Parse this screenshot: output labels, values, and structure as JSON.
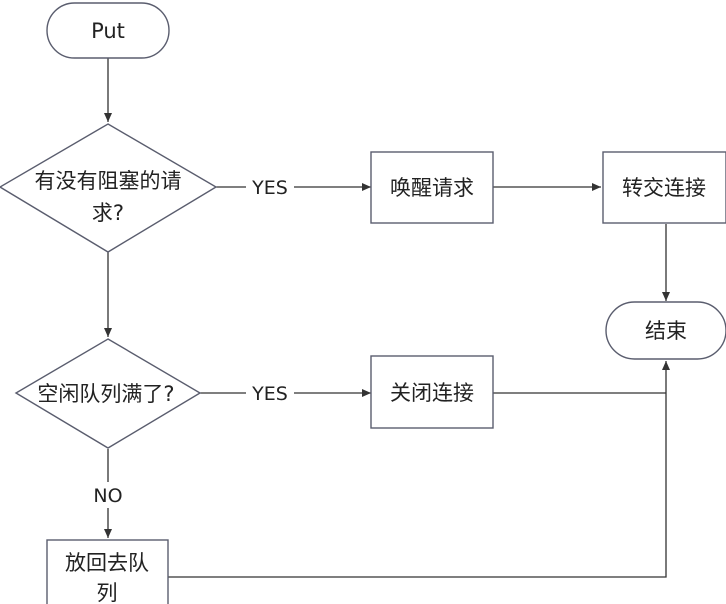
{
  "diagram": {
    "type": "flowchart",
    "nodes": {
      "start": {
        "shape": "terminal",
        "label": "Put"
      },
      "has_blocked": {
        "shape": "decision",
        "line1": "有没有阻塞的请",
        "line2": "求?"
      },
      "wake_request": {
        "shape": "process",
        "label": "唤醒请求"
      },
      "hand_over": {
        "shape": "process",
        "label": "转交连接"
      },
      "end": {
        "shape": "terminal",
        "label": "结束"
      },
      "idle_full": {
        "shape": "decision",
        "label": "空闲队列满了?"
      },
      "close_conn": {
        "shape": "process",
        "label": "关闭连接"
      },
      "put_back": {
        "shape": "process",
        "line1": "放回去队",
        "line2": "列"
      }
    },
    "edges": [
      {
        "from": "start",
        "to": "has_blocked",
        "label": ""
      },
      {
        "from": "has_blocked",
        "to": "wake_request",
        "label": "YES"
      },
      {
        "from": "wake_request",
        "to": "hand_over",
        "label": ""
      },
      {
        "from": "hand_over",
        "to": "end",
        "label": ""
      },
      {
        "from": "has_blocked",
        "to": "idle_full",
        "label": ""
      },
      {
        "from": "idle_full",
        "to": "close_conn",
        "label": "YES"
      },
      {
        "from": "close_conn",
        "to": "end",
        "label": ""
      },
      {
        "from": "idle_full",
        "to": "put_back",
        "label": "NO"
      },
      {
        "from": "put_back",
        "to": "end",
        "label": ""
      }
    ],
    "labels": {
      "yes1": "YES",
      "yes2": "YES",
      "no": "NO"
    },
    "colors": {
      "shape_stroke": "#5a5d6e",
      "edge": "#333333",
      "text": "#222222",
      "background": "#ffffff"
    }
  }
}
